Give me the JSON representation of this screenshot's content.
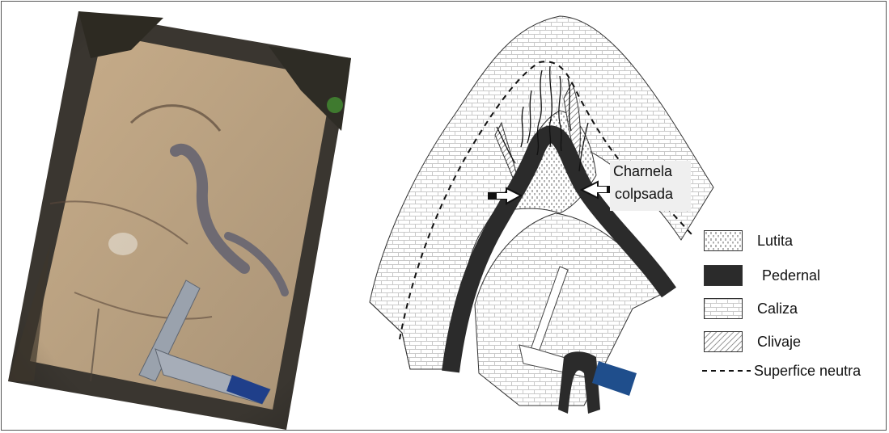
{
  "annotation": {
    "line1": "Charnela",
    "line2": "colpsada"
  },
  "legend": {
    "items": [
      {
        "key": "lutita",
        "label": "Lutita"
      },
      {
        "key": "pedernal",
        "label": "Pedernal"
      },
      {
        "key": "caliza",
        "label": "Caliza"
      },
      {
        "key": "clivaje",
        "label": "Clivaje"
      },
      {
        "key": "neutra",
        "label": "Superfice neutra"
      }
    ]
  },
  "colors": {
    "pedernal": "#2b2b2b",
    "hammer_handle": "#1f4e8c",
    "rock": "#b59a78",
    "rock_shadow": "#4a4038"
  }
}
